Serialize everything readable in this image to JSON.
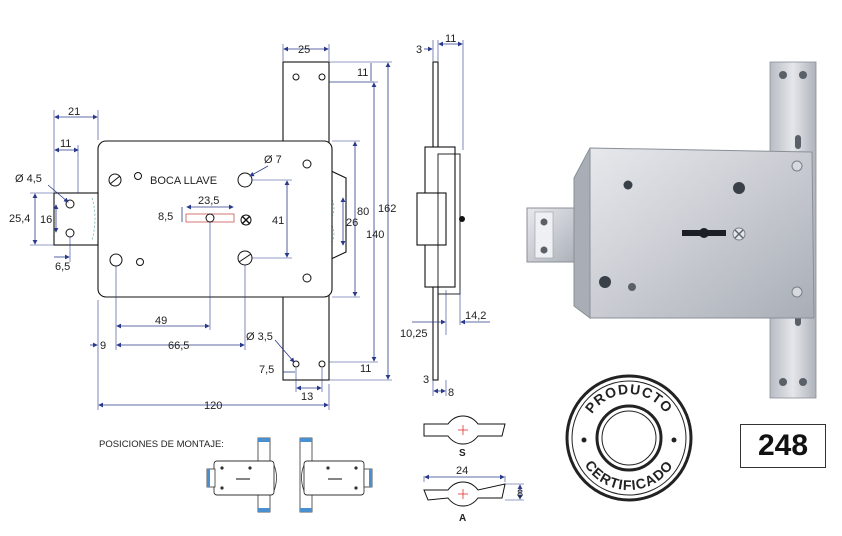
{
  "front_view": {
    "label_boca_llave": "BOCA LLAVE",
    "dims": {
      "d21": "21",
      "d11_left": "11",
      "d4_5": "Ø 4,5",
      "d25_4": "25,4",
      "d16": "16",
      "d6_5": "6,5",
      "d8_5": "8,5",
      "d23_5": "23,5",
      "d7": "Ø 7",
      "d41": "41",
      "d49": "49",
      "d9": "9",
      "d66_5": "66,5",
      "d3_5": "Ø 3,5",
      "d7_5": "7,5",
      "d13": "13",
      "d120": "120",
      "d25_top": "25",
      "d11_top": "11",
      "d80": "80",
      "d26": "26",
      "d140": "140",
      "d162": "162",
      "d11_bottom": "11"
    }
  },
  "side_view": {
    "dims": {
      "d3_top": "3",
      "d11": "11",
      "d10_25": "10,25",
      "d14_2": "14,2",
      "d3_bottom": "3",
      "d8": "8"
    }
  },
  "keys": {
    "s_label": "S",
    "a_label": "A",
    "d24": "24",
    "d8": "8"
  },
  "mounting": {
    "label": "POSICIONES DE MONTAJE:"
  },
  "stamp": {
    "top": "PRODUCTO",
    "bottom": "CERTIFICADO"
  },
  "model": {
    "number": "248"
  },
  "colors": {
    "line": "#2a3a8a",
    "steel": "#c9ccd2",
    "steel_dark": "#9aa0a8",
    "accent_blue": "#4a8fd0"
  }
}
